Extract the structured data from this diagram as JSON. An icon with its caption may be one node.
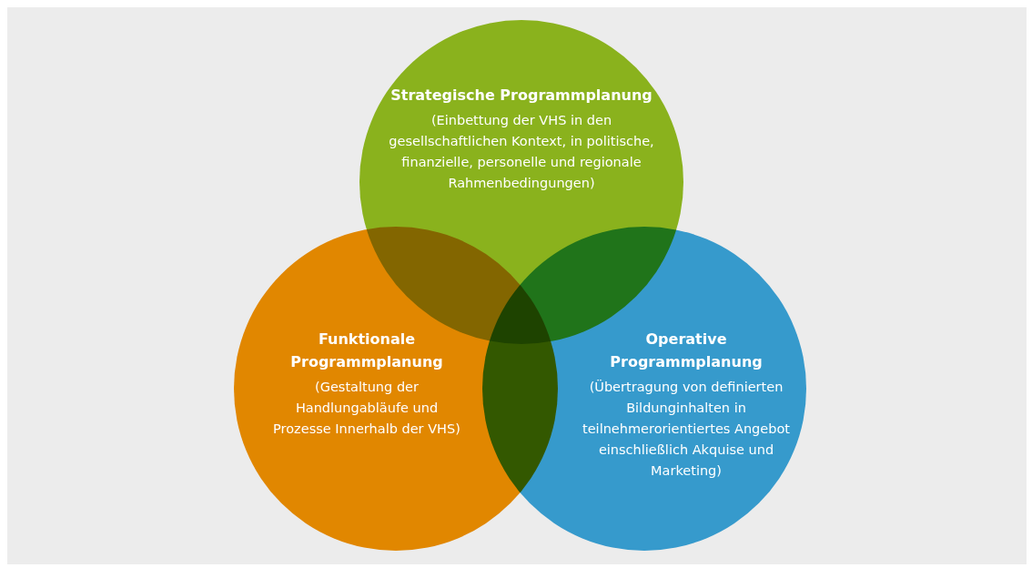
{
  "diagram": {
    "nodes": [
      {
        "text": [
          "Strategische Programmplanung",
          "(Einbettung der VHS in den gesellschaftlichen Kontext, in politische, finanzielle, personelle und regionale Rahmenbedingungen)"
        ]
      },
      {
        "text": [
          "Funktionale Programmplanung",
          "(Gestaltung der Handlungabläufe und Prozesse Innerhalb der VHS)"
        ]
      },
      {
        "text": [
          "Operative Programmplanung",
          "(Übertragung von definierten Bildunginhalten in teilnehmerorientiertes Angebot einschließlich Akquise und Marketing)"
        ]
      }
    ]
  }
}
